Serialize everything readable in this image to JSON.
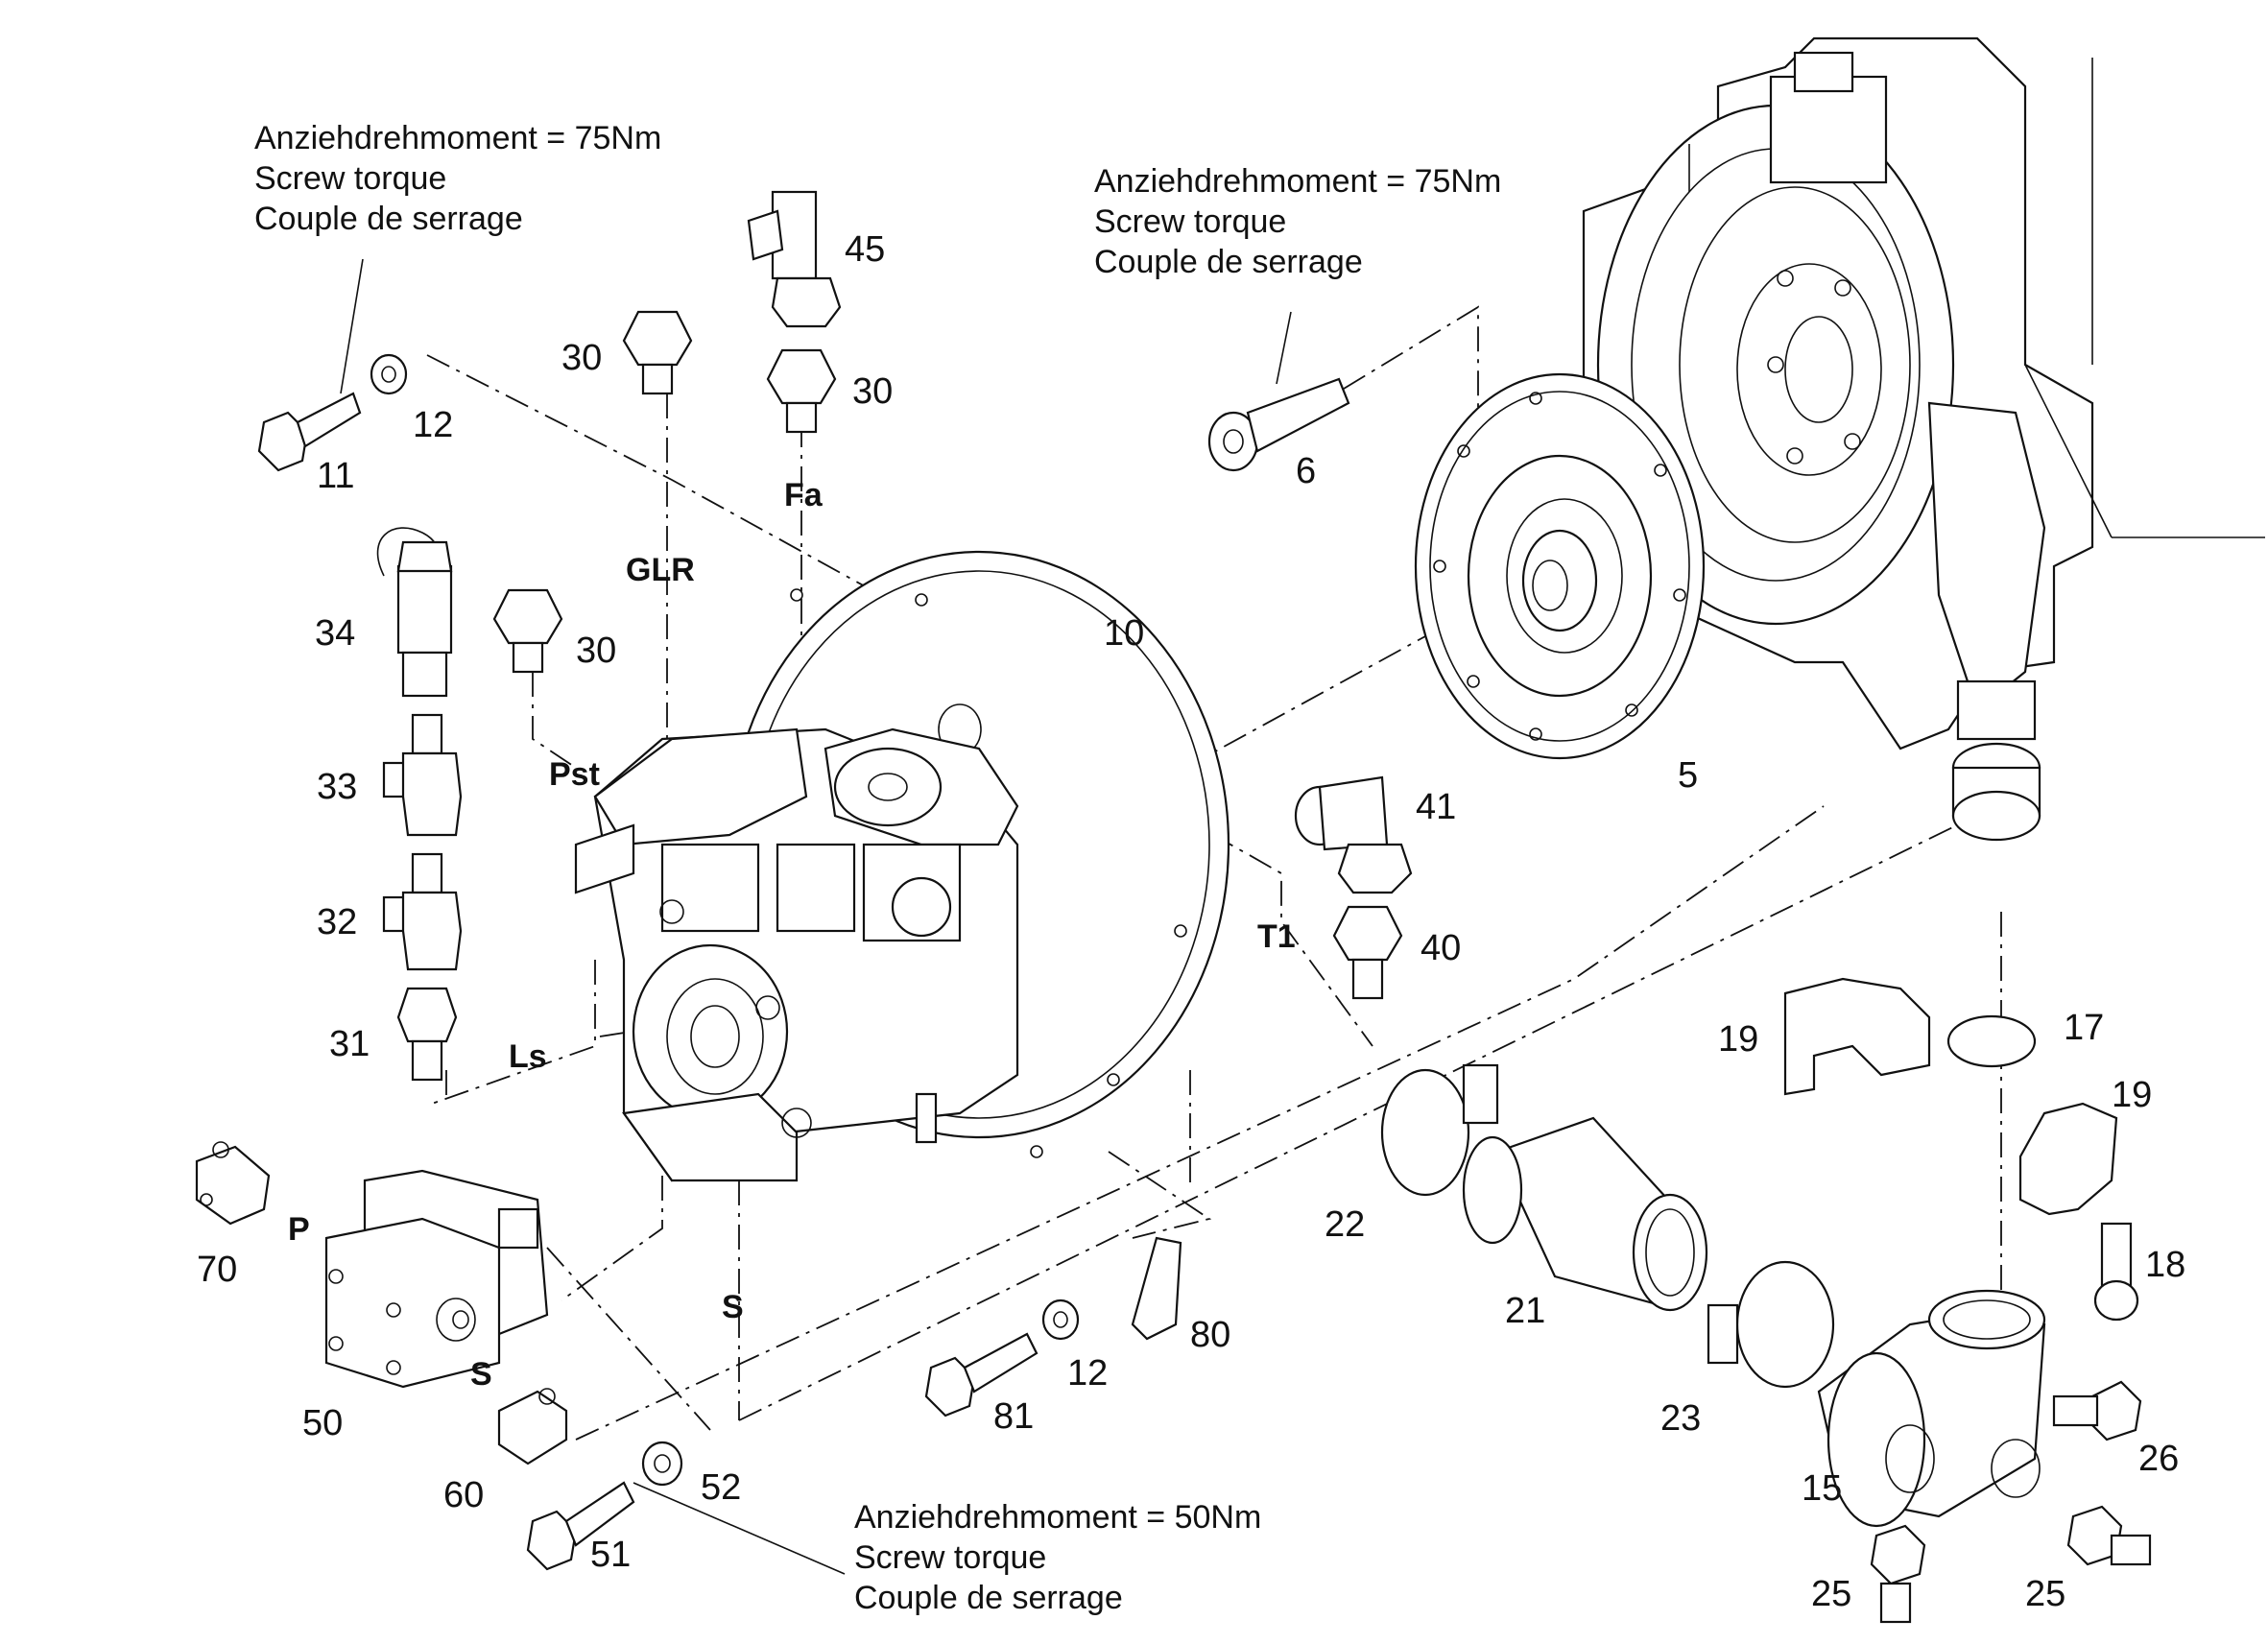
{
  "notes": {
    "top_left": [
      "Anziehdrehmoment = 75Nm",
      "Screw torque",
      "Couple de serrage"
    ],
    "top_right": [
      "Anziehdrehmoment = 75Nm",
      "Screw torque",
      "Couple de serrage"
    ],
    "bottom": [
      "Anziehdrehmoment = 50Nm",
      "Screw torque",
      "Couple de serrage"
    ]
  },
  "part_numbers": {
    "p45": "45",
    "p30a": "30",
    "p30b": "30",
    "p30c": "30",
    "p12a": "12",
    "p11": "11",
    "p6": "6",
    "p10": "10",
    "p5": "5",
    "p34": "34",
    "p33": "33",
    "p32": "32",
    "p31": "31",
    "p41": "41",
    "p40": "40",
    "p19a": "19",
    "p17": "17",
    "p19b": "19",
    "p18": "18",
    "p22": "22",
    "p21": "21",
    "p23": "23",
    "p80": "80",
    "p12b": "12",
    "p81": "81",
    "p70": "70",
    "p50": "50",
    "p60": "60",
    "p52": "52",
    "p51": "51",
    "p15": "15",
    "p26": "26",
    "p25a": "25",
    "p25b": "25"
  },
  "ports": {
    "fa": "Fa",
    "glr": "GLR",
    "pst": "Pst",
    "t1": "T1",
    "ls": "Ls",
    "s_main": "S",
    "p": "P",
    "s_small": "S"
  }
}
